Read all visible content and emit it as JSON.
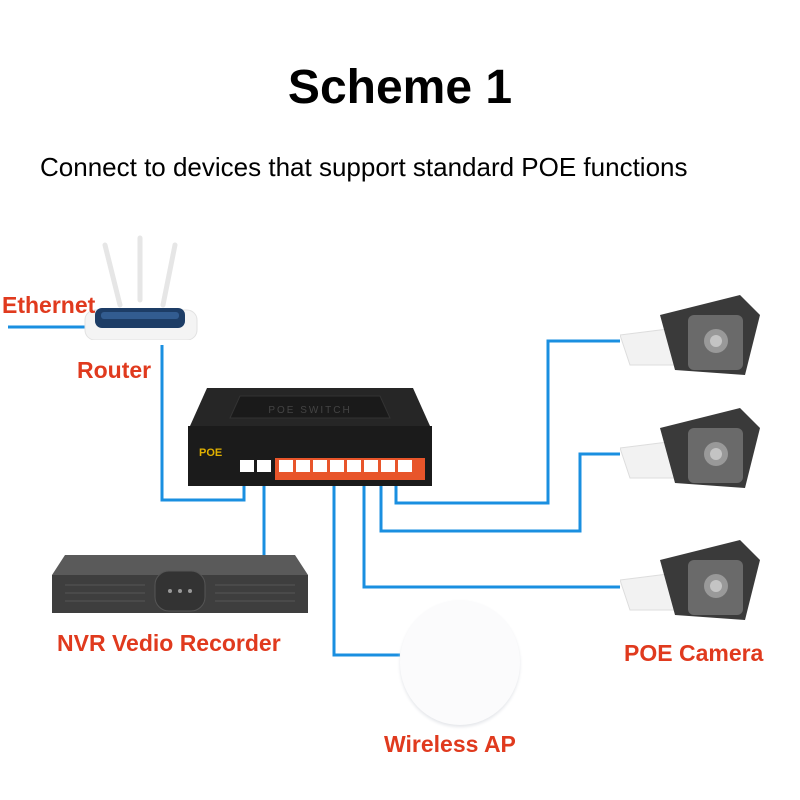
{
  "title": "Scheme 1",
  "subtitle": "Connect to devices that support standard POE functions",
  "colors": {
    "cable": "#1a8fe0",
    "label": "#e03a1e",
    "switch_body": "#1e1e1e",
    "port_strip": "#e8552a"
  },
  "devices": {
    "ethernet": {
      "label": "Ethernet"
    },
    "router": {
      "label": "Router"
    },
    "switch": {
      "badge": "POE",
      "top_text": "POE SWITCH",
      "uplink_ports": 2,
      "poe_ports": 8
    },
    "nvr": {
      "label": "NVR Vedio Recorder"
    },
    "wireless_ap": {
      "label": "Wireless AP"
    },
    "cameras": {
      "label": "POE Camera",
      "count": 3
    }
  }
}
